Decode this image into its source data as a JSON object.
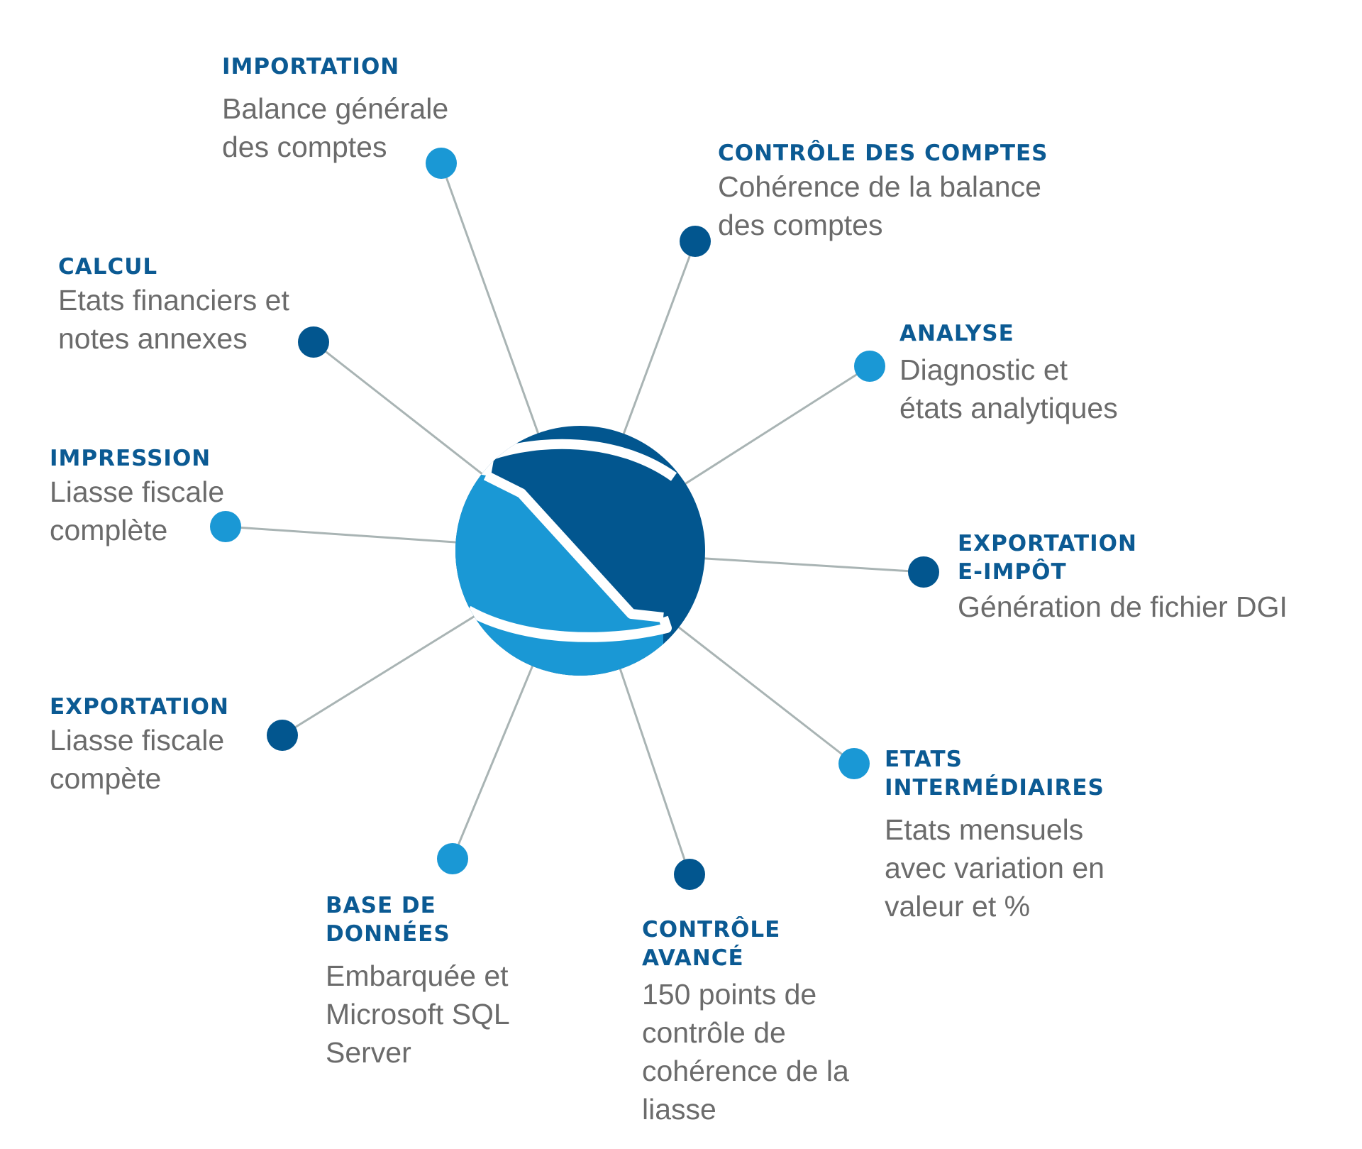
{
  "colors": {
    "dark": "#02568f",
    "light": "#1a98d5",
    "line": "#a9b4b4",
    "title": "#0b5a93",
    "text": "#6b6b6b"
  },
  "center_logo": {
    "icon": "globe-logo-icon"
  },
  "nodes": [
    {
      "id": "importation",
      "title": "IMPORTATION",
      "desc": "Balance générale\ndes comptes",
      "dot": "light"
    },
    {
      "id": "controle-comptes",
      "title": "CONTRÔLE DES COMPTES",
      "desc": "Cohérence de la balance\ndes comptes",
      "dot": "dark"
    },
    {
      "id": "analyse",
      "title": "ANALYSE",
      "desc": "Diagnostic et\nétats analytiques",
      "dot": "light"
    },
    {
      "id": "exportation-eimpot",
      "title": "EXPORTATION\nE-IMPÔT",
      "desc": "Génération de fichier DGI",
      "dot": "dark"
    },
    {
      "id": "etats-intermediaires",
      "title": "ETATS\nINTERMÉDIAIRES",
      "desc": "Etats mensuels\navec variation en\nvaleur et %",
      "dot": "light"
    },
    {
      "id": "controle-avance",
      "title": "CONTRÔLE\nAVANCÉ",
      "desc": "150 points de\ncontrôle de\ncohérence de la\nliasse",
      "dot": "dark"
    },
    {
      "id": "base-donnees",
      "title": "BASE DE\nDONNÉES",
      "desc": "Embarquée et\nMicrosoft SQL\nServer",
      "dot": "light"
    },
    {
      "id": "exportation",
      "title": "EXPORTATION",
      "desc": "Liasse fiscale\ncompète",
      "dot": "dark"
    },
    {
      "id": "impression",
      "title": "IMPRESSION",
      "desc": "Liasse fiscale\ncomplète",
      "dot": "light"
    },
    {
      "id": "calcul",
      "title": "CALCUL",
      "desc": "Etats financiers et\nnotes annexes",
      "dot": "dark"
    }
  ]
}
